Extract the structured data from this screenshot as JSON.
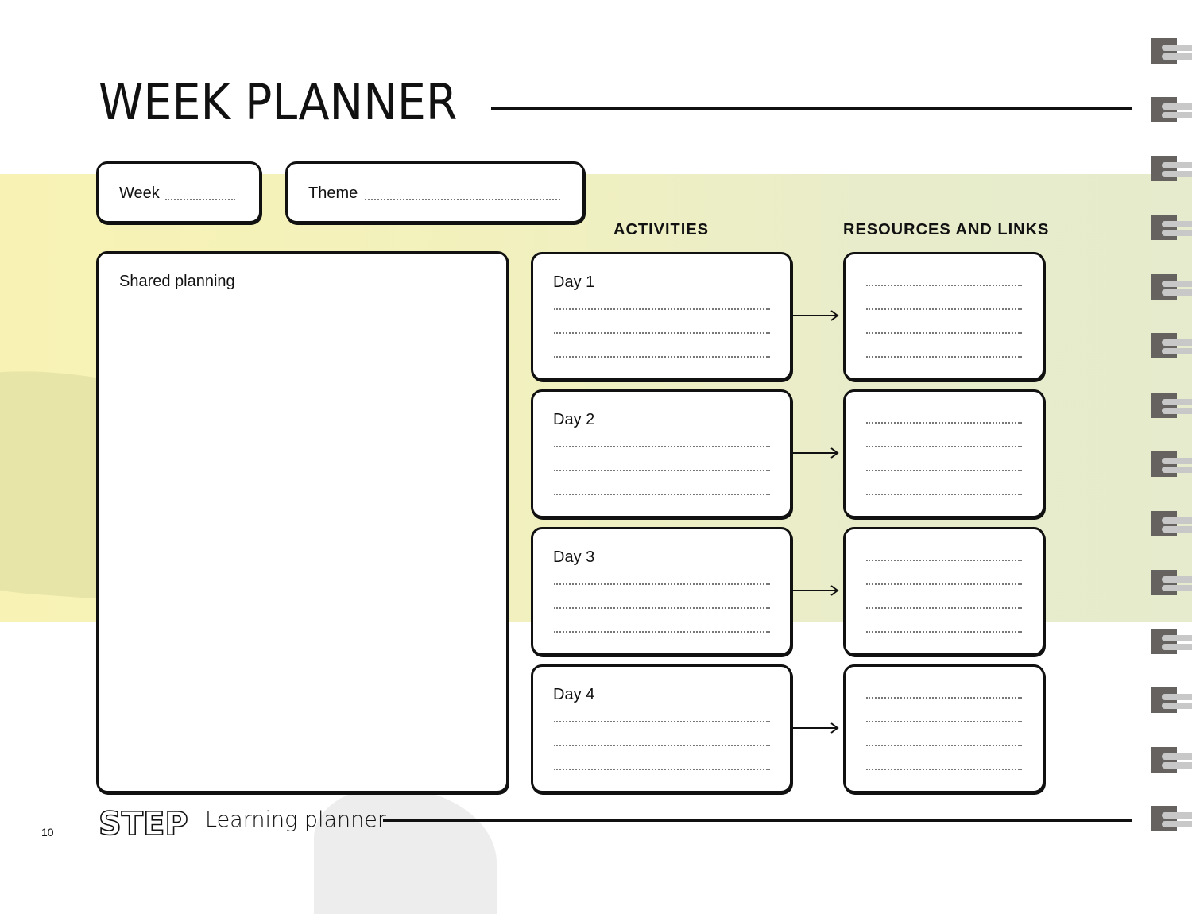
{
  "page": {
    "title": "WEEK PLANNER",
    "page_number": "10"
  },
  "header_fields": {
    "week_label": "Week",
    "theme_label": "Theme"
  },
  "shared_planning": {
    "label": "Shared planning"
  },
  "columns": {
    "activities": "ACTIVITIES",
    "resources": "RESOURCES AND LINKS"
  },
  "days": [
    {
      "label": "Day 1"
    },
    {
      "label": "Day 2"
    },
    {
      "label": "Day 3"
    },
    {
      "label": "Day 4"
    }
  ],
  "footer": {
    "logo": "STEP",
    "text": "Learning planner"
  },
  "colors": {
    "band_left": "#f8f2b4",
    "band_right": "#e5ebcc",
    "ring_dark": "#656260",
    "ring_light": "#c8c8c8",
    "ink": "#111111"
  }
}
